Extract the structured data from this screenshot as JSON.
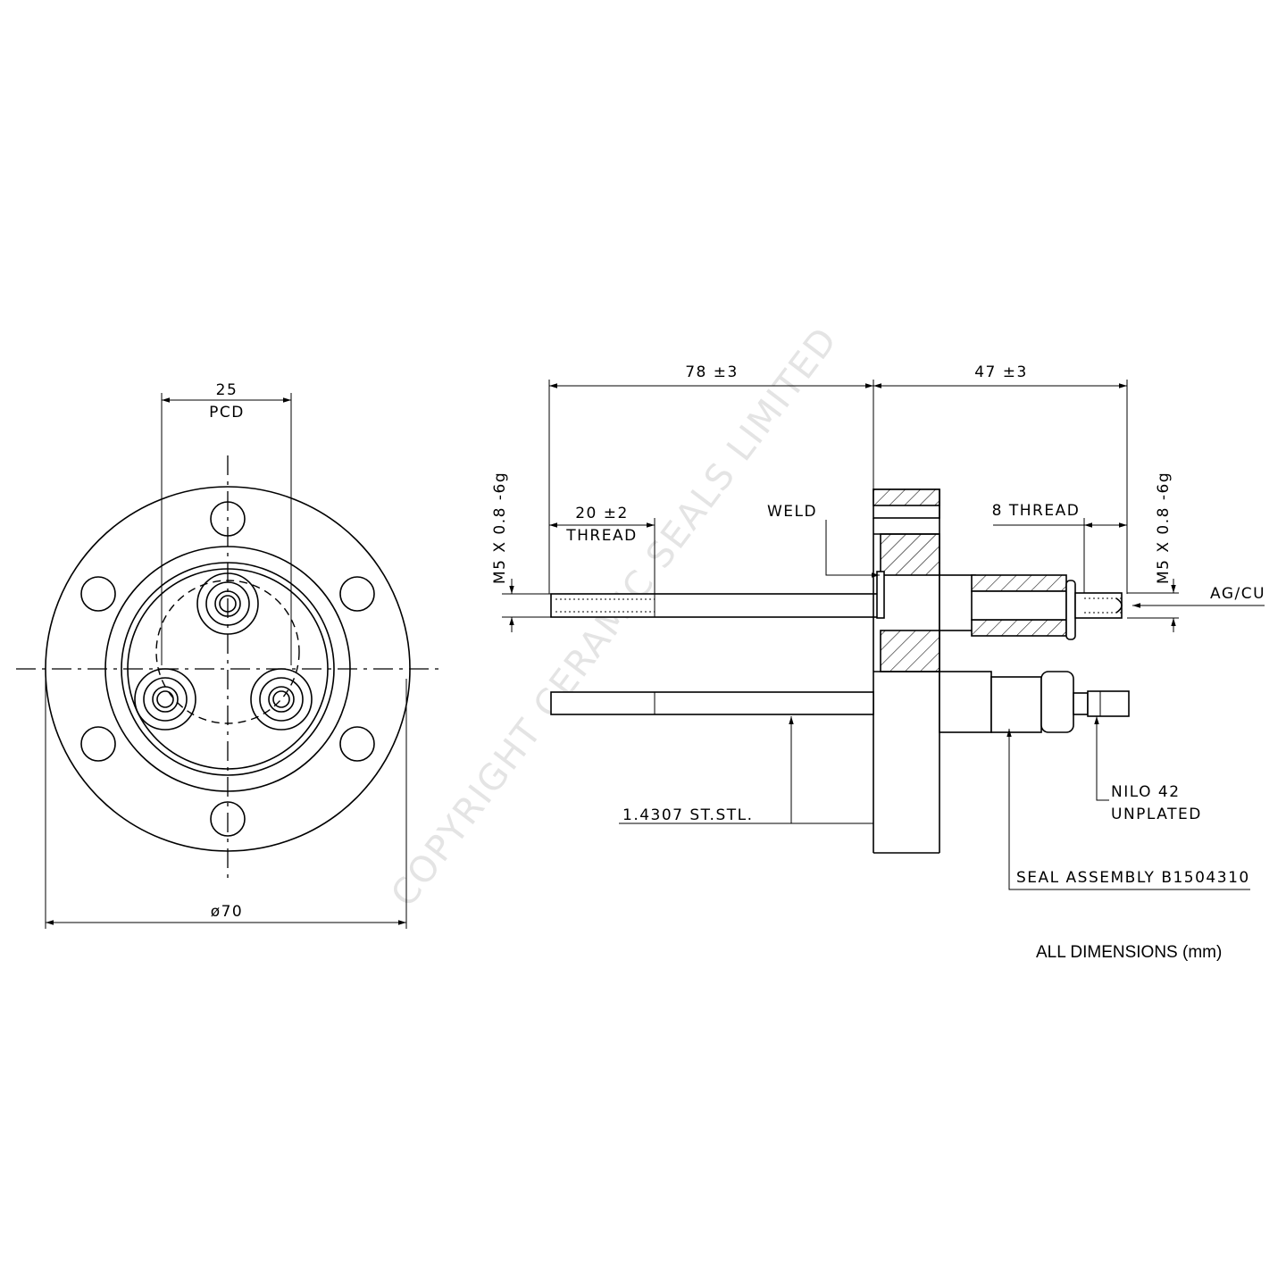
{
  "watermark": "COPYRIGHT CERAMIC SEALS LIMITED",
  "front_view": {
    "pcd_value": "25",
    "pcd_label": "PCD",
    "diameter": "ø70"
  },
  "side_view": {
    "dim_left": "78 ±3",
    "dim_right": "47 ±3",
    "thread_left_spec": "M5 X 0.8 -6g",
    "thread_right_spec": "M5 X 0.8 -6g",
    "thread_left_length": "20 ±2",
    "thread_left_label": "THREAD",
    "weld_label": "WELD",
    "thread_right_label": "8 THREAD",
    "ag_cu_label": "AG/CU",
    "material_flange": "1.4307   ST.STL.",
    "nilo_label": "NILO 42",
    "unplated_label": "UNPLATED",
    "seal_assembly": "SEAL ASSEMBLY B1504310"
  },
  "footer": {
    "units_note": "ALL DIMENSIONS (mm)"
  }
}
